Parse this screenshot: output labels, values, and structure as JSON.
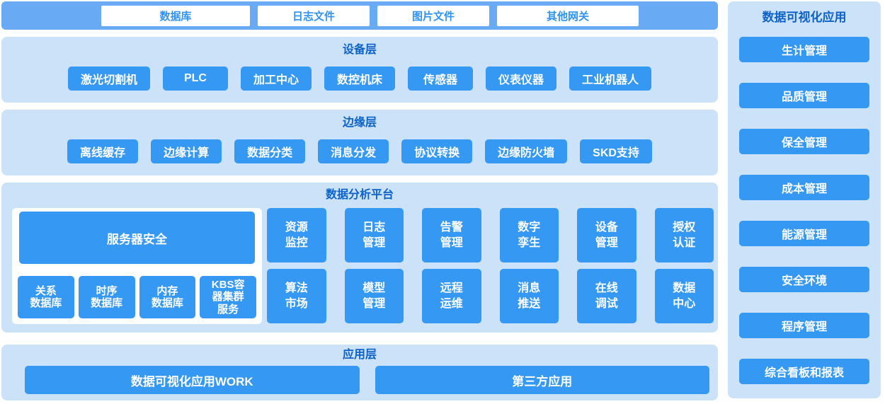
{
  "colors": {
    "button_blue": "#3598f2",
    "strip_blue": "#68aaf3",
    "panel_light_blue": "#cbe2f9",
    "title_blue": "#0c62c8",
    "white": "#ffffff"
  },
  "sources": {
    "items": [
      "数据库",
      "日志文件",
      "图片文件",
      "其他网关"
    ]
  },
  "device_layer": {
    "title": "设备层",
    "items": [
      "激光切割机",
      "PLC",
      "加工中心",
      "数控机床",
      "传感器",
      "仪表仪器",
      "工业机器人"
    ]
  },
  "edge_layer": {
    "title": "边缘层",
    "items": [
      "离线缓存",
      "边缘计算",
      "数据分类",
      "消息分发",
      "协议转换",
      "边缘防火墙",
      "SKD支持"
    ]
  },
  "platform": {
    "title": "数据分析平台",
    "server": "服务器安全",
    "databases": [
      "关系\n数据库",
      "时序\n数据库",
      "内存\n数据库",
      "KBS容\n器集群\n服务"
    ],
    "services": [
      "资源\n监控",
      "日志\n管理",
      "告警\n管理",
      "数字\n孪生",
      "设备\n管理",
      "授权\n认证",
      "算法\n市场",
      "模型\n管理",
      "远程\n运维",
      "消息\n推送",
      "在线\n调试",
      "数据\n中心"
    ]
  },
  "app_layer": {
    "title": "应用层",
    "items": [
      "数据可视化应用WORK",
      "第三方应用"
    ]
  },
  "sidebar": {
    "title": "数据可视化应用",
    "items": [
      "生计管理",
      "品质管理",
      "保全管理",
      "成本管理",
      "能源管理",
      "安全环境",
      "程序管理",
      "综合看板和报表"
    ]
  }
}
